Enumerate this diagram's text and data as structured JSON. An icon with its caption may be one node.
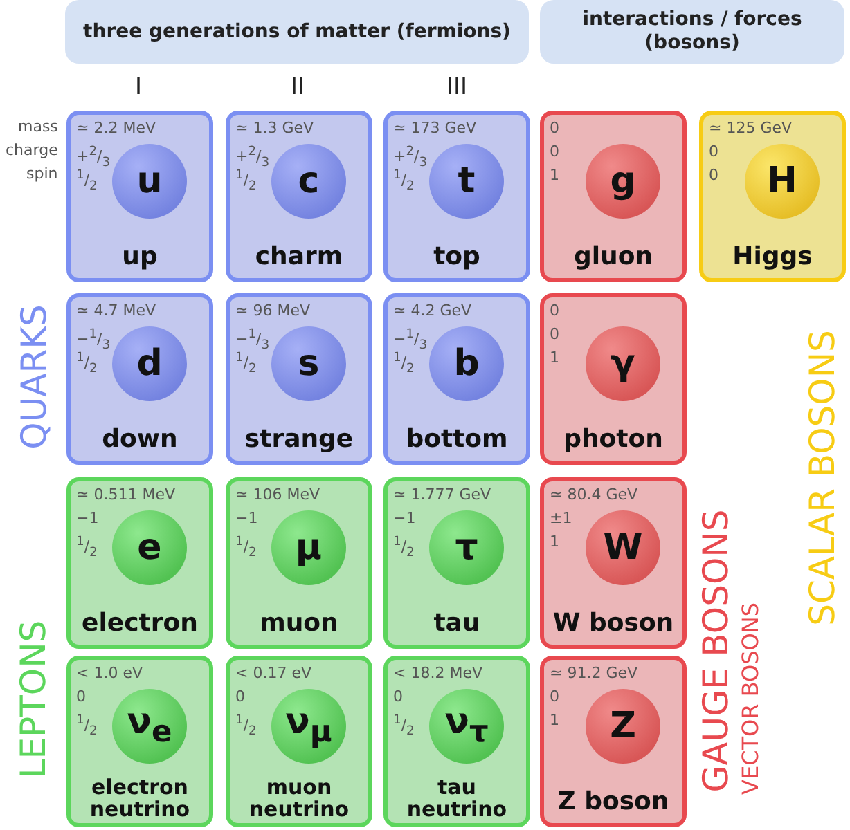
{
  "diagram": {
    "nodes": [
      {
        "text": [
          "three generations of matter (fermions)"
        ]
      },
      {
        "text": [
          "interactions / forces (bosons)"
        ]
      },
      {
        "text": [
          "≃ 2.2 MeV",
          "+$^{2}$/$_{3}$",
          "$^{1}$/$_{2}$",
          "up"
        ]
      },
      {
        "text": [
          "u"
        ],
        "in": 2
      },
      {
        "text": [
          "≃ 1.3 GeV",
          "+$^{2}$/$_{3}$",
          "$^{1}$/$_{2}$",
          "charm"
        ]
      },
      {
        "text": [
          "c"
        ],
        "in": 4
      },
      {
        "text": [
          "≃ 173 GeV",
          "+$^{2}$/$_{3}$",
          "$^{1}$/$_{2}$",
          "top"
        ]
      },
      {
        "text": [
          "t"
        ],
        "in": 6
      },
      {
        "text": [
          "0",
          "0",
          "1",
          "gluon"
        ]
      },
      {
        "text": [
          "g"
        ],
        "in": 8
      },
      {
        "text": [
          "≃ 125 GeV",
          "0",
          "0",
          "Higgs"
        ]
      },
      {
        "text": [
          "H"
        ],
        "in": 10
      },
      {
        "text": [
          "≃ 4.7 MeV",
          "−$^{1}$/$_{3}$",
          "$^{1}$/$_{2}$",
          "down"
        ]
      },
      {
        "text": [
          "d"
        ],
        "in": 12
      },
      {
        "text": [
          "≃ 96 MeV",
          "−$^{1}$/$_{3}$",
          "$^{1}$/$_{2}$",
          "strange"
        ]
      },
      {
        "text": [
          "s"
        ],
        "in": 14
      },
      {
        "text": [
          "≃ 4.2 GeV",
          "−$^{1}$/$_{3}$",
          "$^{1}$/$_{2}$",
          "bottom"
        ]
      },
      {
        "text": [
          "b"
        ],
        "in": 16
      },
      {
        "text": [
          "0",
          "0",
          "1",
          "photon"
        ]
      },
      {
        "text": [
          "γ"
        ],
        "in": 18
      },
      {
        "text": [
          "≃ 0.511 MeV",
          "−1",
          "$^{1}$/$_{2}$",
          "electron"
        ]
      },
      {
        "text": [
          "e"
        ],
        "in": 20
      },
      {
        "text": [
          "≃ 106 MeV",
          "−1",
          "$^{1}$/$_{2}$",
          "muon"
        ]
      },
      {
        "text": [
          "μ"
        ],
        "in": 22
      },
      {
        "text": [
          "≃ 1.777 GeV",
          "−1",
          "$^{1}$/$_{2}$",
          "tau"
        ]
      },
      {
        "text": [
          "τ"
        ],
        "in": 24
      },
      {
        "text": [
          "≃ 80.4 GeV",
          "±1",
          "1",
          "W boson"
        ]
      },
      {
        "text": [
          "W"
        ],
        "in": 26
      },
      {
        "text": [
          "< 1.0 eV",
          "0",
          "$^{1}$/$_{2}$",
          "electron neutrino"
        ]
      },
      {
        "text": [
          "ν$_{e}$"
        ],
        "in": 28
      },
      {
        "text": [
          "< 0.17 eV",
          "0",
          "$^{1}$/$_{2}$",
          "muon neutrino"
        ]
      },
      {
        "text": [
          "ν$_{μ}$"
        ],
        "in": 30
      },
      {
        "text": [
          "< 18.2 MeV",
          "0",
          "$^{1}$/$_{2}$",
          "tau neutrino"
        ]
      },
      {
        "text": [
          "ν$_{τ}$"
        ],
        "in": 32
      },
      {
        "text": [
          "≃ 91.2 GeV",
          "0",
          "1",
          "Z boson"
        ]
      },
      {
        "text": [
          "Z"
        ],
        "in": 34
      }
    ],
    "labels": [
      "I",
      "II",
      "III",
      "mass",
      "charge",
      "spin",
      "QUARKS",
      "LEPTONS",
      "GAUGE BOSONS",
      "VECTOR BOSONS",
      "SCALAR BOSONS"
    ]
  }
}
